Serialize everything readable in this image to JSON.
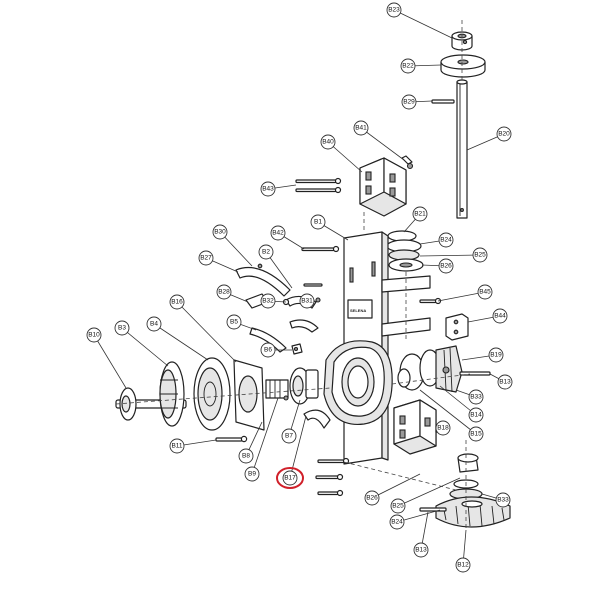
{
  "diagram": {
    "brand_mark": "SELENA",
    "highlight_label": "B17",
    "callouts": [
      {
        "label": "B23"
      },
      {
        "label": "B22"
      },
      {
        "label": "B29"
      },
      {
        "label": "B20"
      },
      {
        "label": "B41"
      },
      {
        "label": "B40"
      },
      {
        "label": "B43"
      },
      {
        "label": "B21"
      },
      {
        "label": "B24"
      },
      {
        "label": "B25"
      },
      {
        "label": "B26"
      },
      {
        "label": "B1"
      },
      {
        "label": "B42"
      },
      {
        "label": "B30"
      },
      {
        "label": "B2"
      },
      {
        "label": "B27"
      },
      {
        "label": "B28"
      },
      {
        "label": "B32"
      },
      {
        "label": "B31"
      },
      {
        "label": "B45"
      },
      {
        "label": "B44"
      },
      {
        "label": "B16"
      },
      {
        "label": "B5"
      },
      {
        "label": "B10"
      },
      {
        "label": "B3"
      },
      {
        "label": "B4"
      },
      {
        "label": "B6"
      },
      {
        "label": "B19"
      },
      {
        "label": "B13"
      },
      {
        "label": "B33"
      },
      {
        "label": "B14"
      },
      {
        "label": "B18"
      },
      {
        "label": "B15"
      },
      {
        "label": "B7"
      },
      {
        "label": "B11"
      },
      {
        "label": "B8"
      },
      {
        "label": "B9"
      },
      {
        "label": "B17"
      },
      {
        "label": "B26"
      },
      {
        "label": "B25"
      },
      {
        "label": "B33"
      },
      {
        "label": "B24"
      },
      {
        "label": "B13"
      },
      {
        "label": "B12"
      }
    ]
  }
}
